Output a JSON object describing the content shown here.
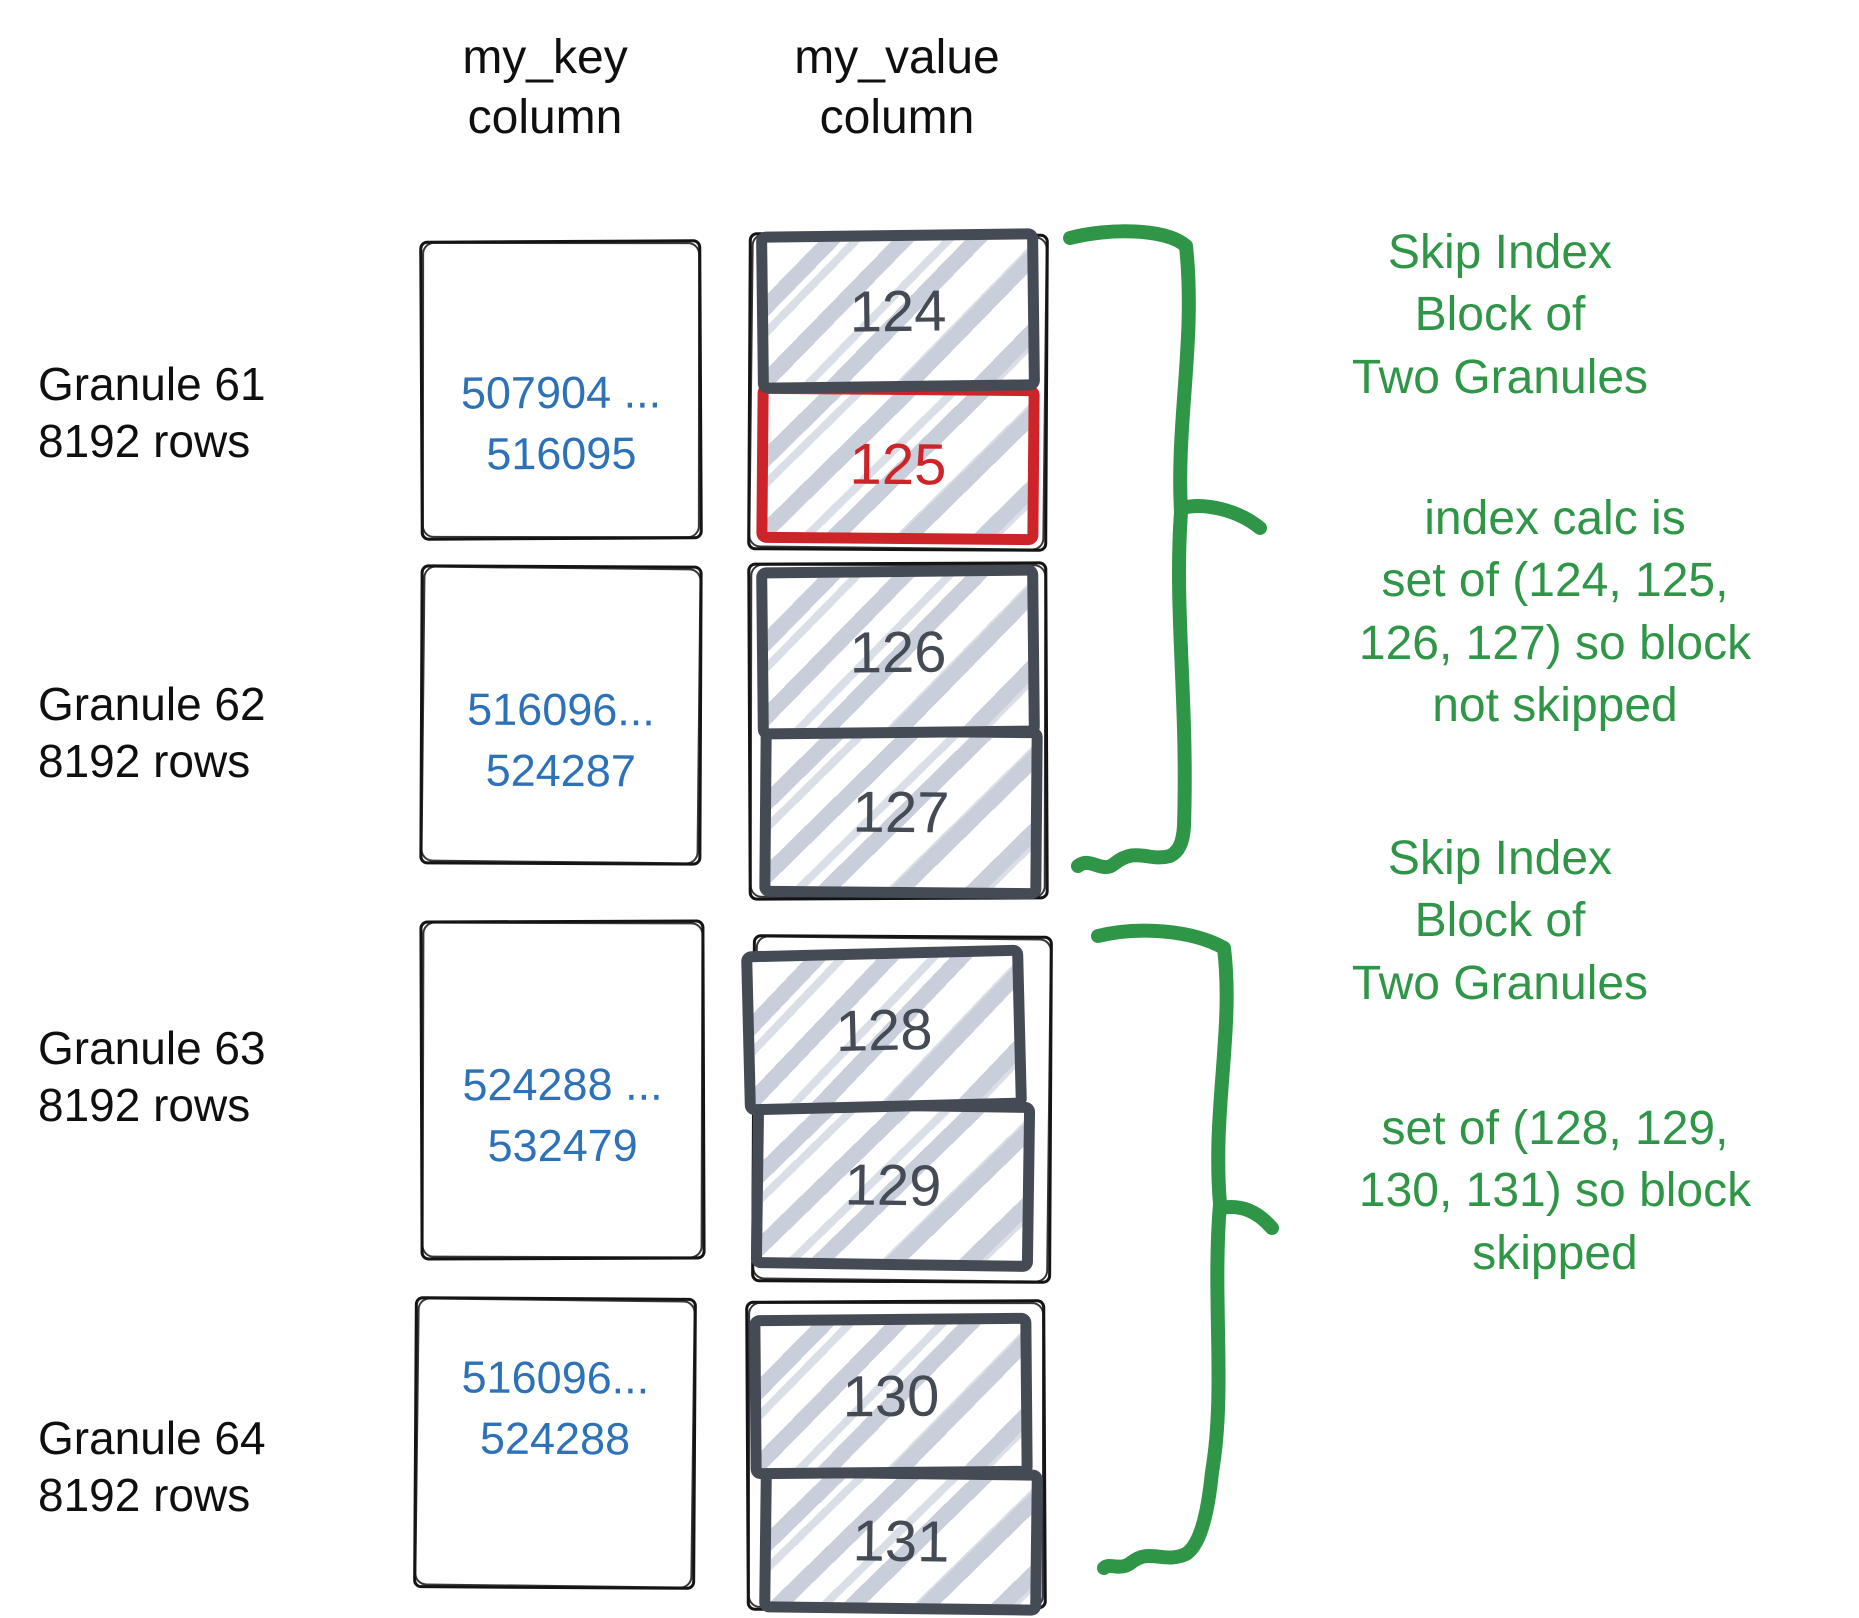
{
  "colors": {
    "green": "#2f9648",
    "red": "#cc2428",
    "blue": "#2d72b8",
    "slate": "#454b55",
    "hatch": "#c8cfda",
    "sketch_black": "#141414"
  },
  "headers": {
    "key": "my_key\ncolumn",
    "value": "my_value\ncolumn"
  },
  "granules": [
    {
      "name": "Granule 61",
      "rows": "8192 rows",
      "key_range": "507904 ...\n516095",
      "blocks": [
        {
          "id": "124",
          "highlight": false
        },
        {
          "id": "125",
          "highlight": true
        }
      ]
    },
    {
      "name": "Granule 62",
      "rows": "8192 rows",
      "key_range": "516096...\n524287",
      "blocks": [
        {
          "id": "126",
          "highlight": false
        },
        {
          "id": "127",
          "highlight": false
        }
      ]
    },
    {
      "name": "Granule 63",
      "rows": "8192 rows",
      "key_range": "524288 ...\n532479",
      "blocks": [
        {
          "id": "128",
          "highlight": false
        },
        {
          "id": "129",
          "highlight": false
        }
      ]
    },
    {
      "name": "Granule 64",
      "rows": "8192 rows",
      "key_range": "516096...\n524288",
      "blocks": [
        {
          "id": "130",
          "highlight": false
        },
        {
          "id": "131",
          "highlight": false
        }
      ]
    }
  ],
  "annotations": [
    {
      "text": "Skip Index\nBlock of\nTwo Granules"
    },
    {
      "text": "index calc is\nset of (124, 125,\n126, 127) so block\nnot skipped"
    },
    {
      "text": "Skip Index\nBlock of\nTwo Granules"
    },
    {
      "text": "set of (128, 129,\n130, 131) so block\nskipped"
    }
  ]
}
